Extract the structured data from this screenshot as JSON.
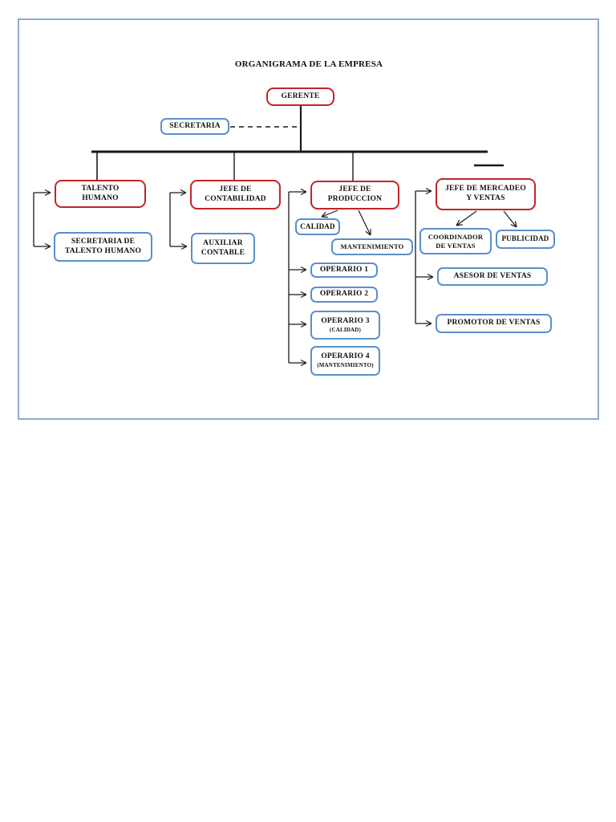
{
  "page": {
    "title": "ORGANIGRAMA DE LA EMPRESA"
  },
  "colors": {
    "red_border": "#c32428",
    "blue_border": "#5b8fc9",
    "page_border": "#8fa9d2",
    "connector_line": "#1a1a1a"
  },
  "nodes": {
    "gerente": "GERENTE",
    "secretaria": "SECRETARIA",
    "talento_humano": "TALENTO\nHUMANO",
    "secretaria_talento_humano": "SECRETARIA DE\nTALENTO HUMANO",
    "jefe_contabilidad": "JEFE DE\nCONTABILIDAD",
    "auxiliar_contable": "AUXILIAR\nCONTABLE",
    "jefe_produccion": "JEFE DE\nPRODUCCION",
    "calidad": "CALIDAD",
    "mantenimiento": "MANTENIMIENTO",
    "operario1": "OPERARIO 1",
    "operario2": "OPERARIO 2",
    "operario3_label": "OPERARIO 3",
    "operario3_sub": "(CALIDAD)",
    "operario4_label": "OPERARIO 4",
    "operario4_sub": "(MANTENIMIENTO)",
    "jefe_mercadeo": "JEFE DE MERCADEO\nY VENTAS",
    "coordinador_ventas": "COORDINADOR\nDE VENTAS",
    "publicidad": "PUBLICIDAD",
    "asesor_ventas": "ASESOR DE VENTAS",
    "promotor_ventas": "PROMOTOR DE VENTAS"
  }
}
